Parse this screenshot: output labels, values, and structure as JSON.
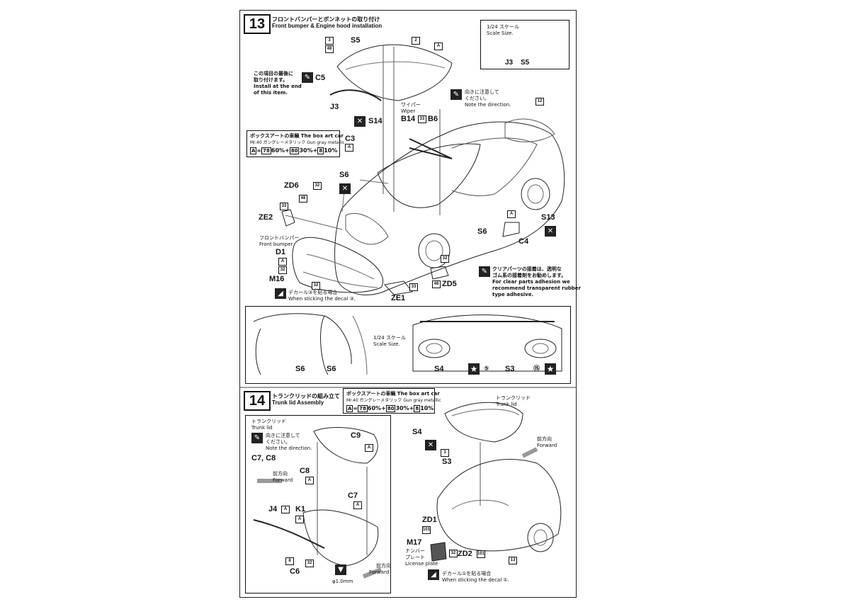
{
  "step13": {
    "number": "13",
    "title_jp": "フロントバンパーとボンネットの取り付け",
    "title_en": "Front bumper & Engine hood installation",
    "scale_box": {
      "title_jp": "1/24 スケール",
      "title_en": "Scale Size.",
      "labels": [
        "J3",
        "S5"
      ]
    },
    "note_last": [
      "この項目の最後に",
      "取り付けます。",
      "Install at the end",
      "of this item."
    ],
    "direction_note": [
      "向きに注意して",
      "ください。",
      "Note the direction."
    ],
    "wiper_jp": "ワイパー",
    "wiper_en": "Wiper",
    "color_box": {
      "title": "ボックスアートの車輌 The box art car",
      "sub": "Mr.40 ガングレーメタリック  Gun gray metallic",
      "formula": [
        "A",
        "=",
        "78",
        "60%+",
        "80",
        "30%+",
        "8",
        "10%"
      ]
    },
    "front_bumper_jp": "フロントバンパー",
    "front_bumper_en": "Front bumper",
    "decal_note": [
      "デカール③を貼る場合",
      "When sticking the decal ③."
    ],
    "clear_note": [
      "クリアパーツの接着は、透明な",
      "ゴム系の接着剤をお勧めします。",
      "For clear parts adhesion we",
      "recommend transparent rubber",
      "type adhesive."
    ],
    "parts": [
      "S5",
      "C5",
      "J3",
      "S14",
      "C3",
      "S6",
      "ZD6",
      "ZE2",
      "D1",
      "M16",
      "B14",
      "B6",
      "S13",
      "C4",
      "ZD5",
      "ZE1"
    ],
    "tags": [
      "3",
      "48",
      "2",
      "A",
      "12",
      "33",
      "32",
      "48",
      "33",
      "A",
      "32",
      "32",
      "33",
      "32",
      "48",
      "A",
      "A"
    ],
    "bottom_panel": {
      "scale_jp": "1/24 スケール",
      "scale_en": "Scale Size.",
      "labels": [
        "S6",
        "S6",
        "S4",
        "S3"
      ],
      "circle_refs": [
        "⑤",
        "⑮"
      ]
    }
  },
  "step14": {
    "number": "14",
    "title_jp": "トランクリッドの組み立て",
    "title_en": "Trunk lid Assembly",
    "trunk_lid_jp": "トランクリッド",
    "trunk_lid_en": "Trunk lid",
    "direction_note": [
      "向きに注意して",
      "ください。",
      "Note the direction."
    ],
    "forward_jp": "前方向",
    "forward_en": "Forward",
    "left_parts": [
      "C9",
      "C7, C8",
      "C8",
      "C7",
      "J4",
      "K1",
      "C6"
    ],
    "drill_note": "φ1.0mm",
    "right_parts": [
      "S4",
      "S3",
      "ZD1",
      "M17",
      "ZD2"
    ],
    "plate_note": [
      "ナンバー",
      "プレート",
      "License plate"
    ],
    "decal_note": [
      "デカール①を貼る場合",
      "When sticking the decal ①."
    ],
    "tags": [
      "A",
      "A",
      "A",
      "A",
      "8",
      "32",
      "3",
      "101",
      "32",
      "101",
      "13"
    ]
  }
}
